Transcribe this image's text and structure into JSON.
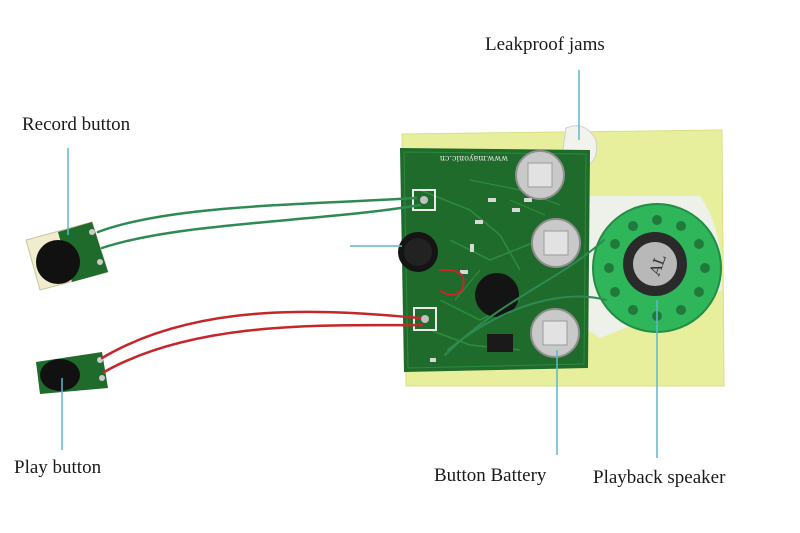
{
  "labels": {
    "leakproof_jams": "Leakproof jams",
    "record_button": "Record button",
    "play_button": "Play button",
    "button_battery": "Button Battery",
    "playback_speaker": "Playback speaker"
  },
  "board": {
    "silkscreen": "www.mayonic.cn",
    "speaker_marking": "AL"
  },
  "colors": {
    "pcb": "#1f6b2b",
    "backing_card": "#e8ef9c",
    "speaker": "#2fb55a",
    "callout_line": "#5fb6cf",
    "wire_green": "#2e8a52",
    "wire_red": "#c4262a"
  }
}
